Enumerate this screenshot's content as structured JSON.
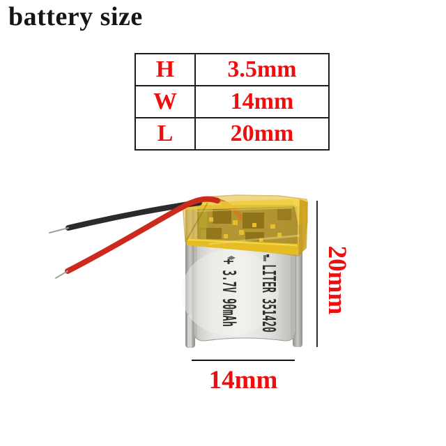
{
  "title": "battery size",
  "dimensions_table": {
    "rows": [
      {
        "label": "H",
        "value": "3.5mm"
      },
      {
        "label": "W",
        "value": "14mm"
      },
      {
        "label": "L",
        "value": "20mm"
      }
    ]
  },
  "battery": {
    "print_line_1": "- LITER 351420",
    "print_line_2": "+ 3.7V 90mAh",
    "brand": "LITER",
    "model": "351420",
    "voltage": "3.7V",
    "capacity": "90mAh"
  },
  "figure": {
    "length_label": "20mm",
    "width_label": "14mm"
  },
  "colors": {
    "table_text": "#f10d0d",
    "dimension_text": "#f10d0d",
    "tape_yellow": "#e5ba25",
    "body_gray": "#e2e1dd",
    "wire_red": "#cd2a1e",
    "wire_black": "#2b2a2f"
  }
}
